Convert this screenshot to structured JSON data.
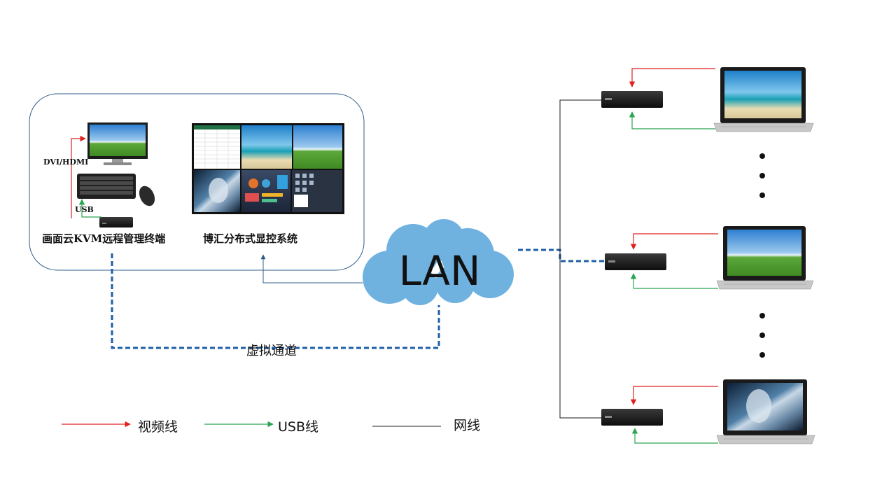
{
  "diagram": {
    "cloud_label": "LAN",
    "left_box": {
      "kvm_terminal_label": "画面云KVM远程管理终端",
      "dvi_hdmi_label": "DVI/HDMI",
      "usb_label": "USB",
      "display_system_label": "博汇分布式显控系统"
    },
    "virtual_channel_label": "虚拟通道",
    "legend": [
      {
        "label": "视频线",
        "color": "#e02020",
        "kind": "arrow"
      },
      {
        "label": "USB线",
        "color": "#2aa552",
        "kind": "arrow"
      },
      {
        "label": "网线",
        "color": "#222222",
        "kind": "line"
      }
    ],
    "colors": {
      "video": "#e02020",
      "usb": "#2aa552",
      "network": "#1f5fa8",
      "box_border": "#2f5d8a",
      "cloud": "#6fb2e0"
    },
    "right_nodes": [
      {
        "screen": "beach"
      },
      {
        "screen": "grass"
      },
      {
        "screen": "portrait"
      }
    ],
    "ellipsis_groups": 2
  }
}
